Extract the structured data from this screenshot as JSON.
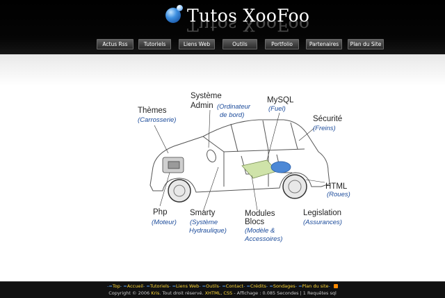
{
  "site": {
    "title": "Tutos XooFoo"
  },
  "nav": [
    {
      "label": "Actus Rss"
    },
    {
      "label": "Tutoriels"
    },
    {
      "label": "Liens Web"
    },
    {
      "label": "Outils"
    },
    {
      "label": "Portfolio"
    },
    {
      "label": "Partenaires"
    },
    {
      "label": "Plan du Site"
    }
  ],
  "diagram": {
    "labels": {
      "themes": "Thèmes",
      "themes_sub": "(Carrosserie)",
      "admin1": "Système",
      "admin2": "Admin",
      "admin_sub1": "(Ordinateur",
      "admin_sub2": "de bord)",
      "mysql": "MySQL",
      "mysql_sub": "(Fuel)",
      "securite": "Sécurité",
      "securite_sub": "(Freins)",
      "html": "HTML",
      "html_sub": "(Roues)",
      "php": "Php",
      "php_sub": "(Moteur)",
      "smarty": "Smarty",
      "smarty_sub1": "(Système",
      "smarty_sub2": "Hydraulique)",
      "modules1": "Modules",
      "modules2": "Blocs",
      "modules_sub1": "(Modèle &",
      "modules_sub2": "Accessoires)",
      "legislation": "Legislation",
      "legislation_sub": "(Assurances)"
    }
  },
  "footer": {
    "links": [
      "Top",
      "Accueil",
      "Tutoriels",
      "Liens Web",
      "Outils",
      "Contact",
      "Crédits",
      "Sondages",
      "Plan du site"
    ],
    "copy_prefix": "Copyright © 2006",
    "copy_author": "Kris",
    "copy_mid": ". Tout droit réservé.",
    "copy_xhtml": "XHTML",
    "copy_comma": ", ",
    "copy_css": "CSS",
    "copy_suffix": " - Affichage : 0.085 Secondes | 1 Requêtes sql"
  },
  "colors": {
    "header_bg": "#000000",
    "footer_link": "#ffd93a",
    "sub_label": "#1a4a9a"
  }
}
